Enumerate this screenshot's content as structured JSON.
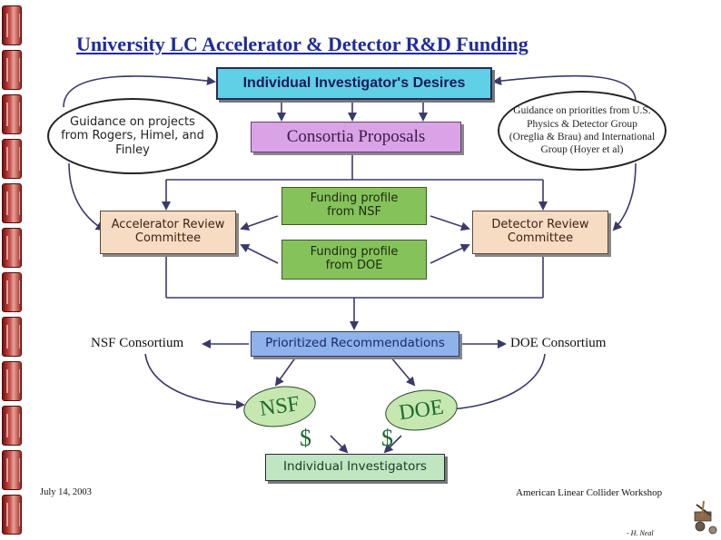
{
  "title": "University LC Accelerator & Detector R&D Funding",
  "boxes": {
    "desires": "Individual Investigator's Desires",
    "consortia": "Consortia Proposals",
    "accelerator_committee": "Accelerator Review Committee",
    "detector_committee": "Detector Review Committee",
    "funding_nsf": "Funding profile from NSF",
    "funding_doe": "Funding profile from DOE",
    "prioritized": "Prioritized Recommendations",
    "nsf": "NSF",
    "doe": "DOE",
    "dollar_nsf": "$",
    "dollar_doe": "$",
    "investigators": "Individual Investigators"
  },
  "ellipses": {
    "left": "Guidance on projects from Rogers, Himel, and Finley",
    "right": "Guidance on priorities from U.S. Physics & Detector Group (Oreglia & Brau) and International Group (Hoyer et al)"
  },
  "labels": {
    "nsf_consortium": "NSF Consortium",
    "doe_consortium": "DOE Consortium"
  },
  "footer": {
    "date": "July 14, 2003",
    "workshop": "American Linear Collider Workshop",
    "author": "- H. Neal"
  },
  "colors": {
    "title": "#1f2aa0",
    "cyan_box": "#5fd0e6",
    "purple_box": "#d9a3e6",
    "peach_box": "#f6dcc2",
    "green_box": "#86c25a",
    "blue_box": "#8fb2ea",
    "light_green_box": "#bfe6c0",
    "green_oval": "#c6e7b0",
    "green_text": "#1d6b2e"
  }
}
